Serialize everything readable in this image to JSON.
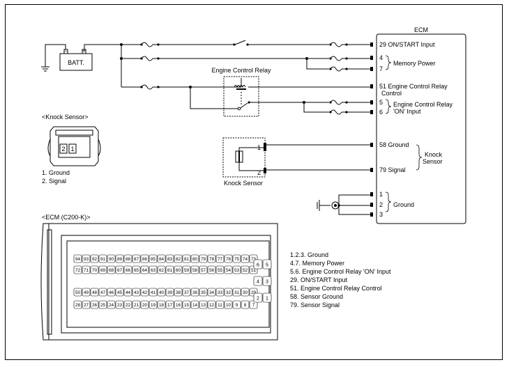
{
  "ecm_box": {
    "title": "ECM",
    "pins": [
      {
        "num": "29",
        "label": "ON/START Input"
      },
      {
        "num": "4",
        "label": ""
      },
      {
        "num": "7",
        "label": ""
      },
      {
        "num": "51",
        "label": "Engine Control Relay"
      },
      {
        "num": "5",
        "label": ""
      },
      {
        "num": "6",
        "label": ""
      },
      {
        "num": "58",
        "label": "Ground"
      },
      {
        "num": "79",
        "label": "Signal"
      },
      {
        "num": "1",
        "label": ""
      },
      {
        "num": "2",
        "label": ""
      },
      {
        "num": "3",
        "label": ""
      }
    ],
    "memory_power_label": "Memory Power",
    "relay_control_line2": "Control",
    "relay_on_input_line1": "Engine Control Relay",
    "relay_on_input_line2": "'ON' Input",
    "knock_sensor_line1": "Knock",
    "knock_sensor_line2": "Sensor",
    "ground_label": "Ground"
  },
  "battery_label": "BATT.",
  "engine_control_relay_label": "Engine Control Relay",
  "knock_sensor_component": {
    "label": "Knock Sensor",
    "pin1": "1",
    "pin2": "2"
  },
  "knock_sensor_connector": {
    "title": "<Knock Sensor>",
    "pin_left": "2",
    "pin_right": "1",
    "legend": [
      "1. Ground",
      "2. Signal"
    ]
  },
  "ecm_connector": {
    "title": "<ECM (C200-K)>",
    "rows": [
      [
        "94",
        "93",
        "92",
        "91",
        "90",
        "89",
        "88",
        "87",
        "86",
        "85",
        "84",
        "83",
        "82",
        "81",
        "80",
        "79",
        "78",
        "77",
        "76",
        "75",
        "74",
        "73"
      ],
      [
        "72",
        "71",
        "70",
        "69",
        "68",
        "67",
        "66",
        "65",
        "64",
        "63",
        "62",
        "61",
        "60",
        "59",
        "58",
        "57",
        "56",
        "55",
        "54",
        "53",
        "52",
        "51"
      ],
      [
        "50",
        "49",
        "48",
        "47",
        "46",
        "45",
        "44",
        "43",
        "42",
        "41",
        "40",
        "39",
        "38",
        "37",
        "36",
        "35",
        "34",
        "33",
        "32",
        "31",
        "30",
        "29"
      ],
      [
        "28",
        "27",
        "26",
        "25",
        "24",
        "23",
        "22",
        "21",
        "20",
        "19",
        "18",
        "17",
        "16",
        "15",
        "14",
        "13",
        "12",
        "11",
        "10",
        "9",
        "8",
        "7"
      ]
    ],
    "right_pins": [
      [
        "6",
        "5"
      ],
      [
        "4",
        "3"
      ],
      [
        "2",
        "1"
      ]
    ],
    "legend": [
      "1.2.3. Ground",
      "4.7. Memory Power",
      "5.6. Engine Control Relay 'ON' Input",
      "29. ON/START Input",
      "51. Engine Control Relay Control",
      "58. Sensor Ground",
      "79. Sensor Signal"
    ]
  }
}
